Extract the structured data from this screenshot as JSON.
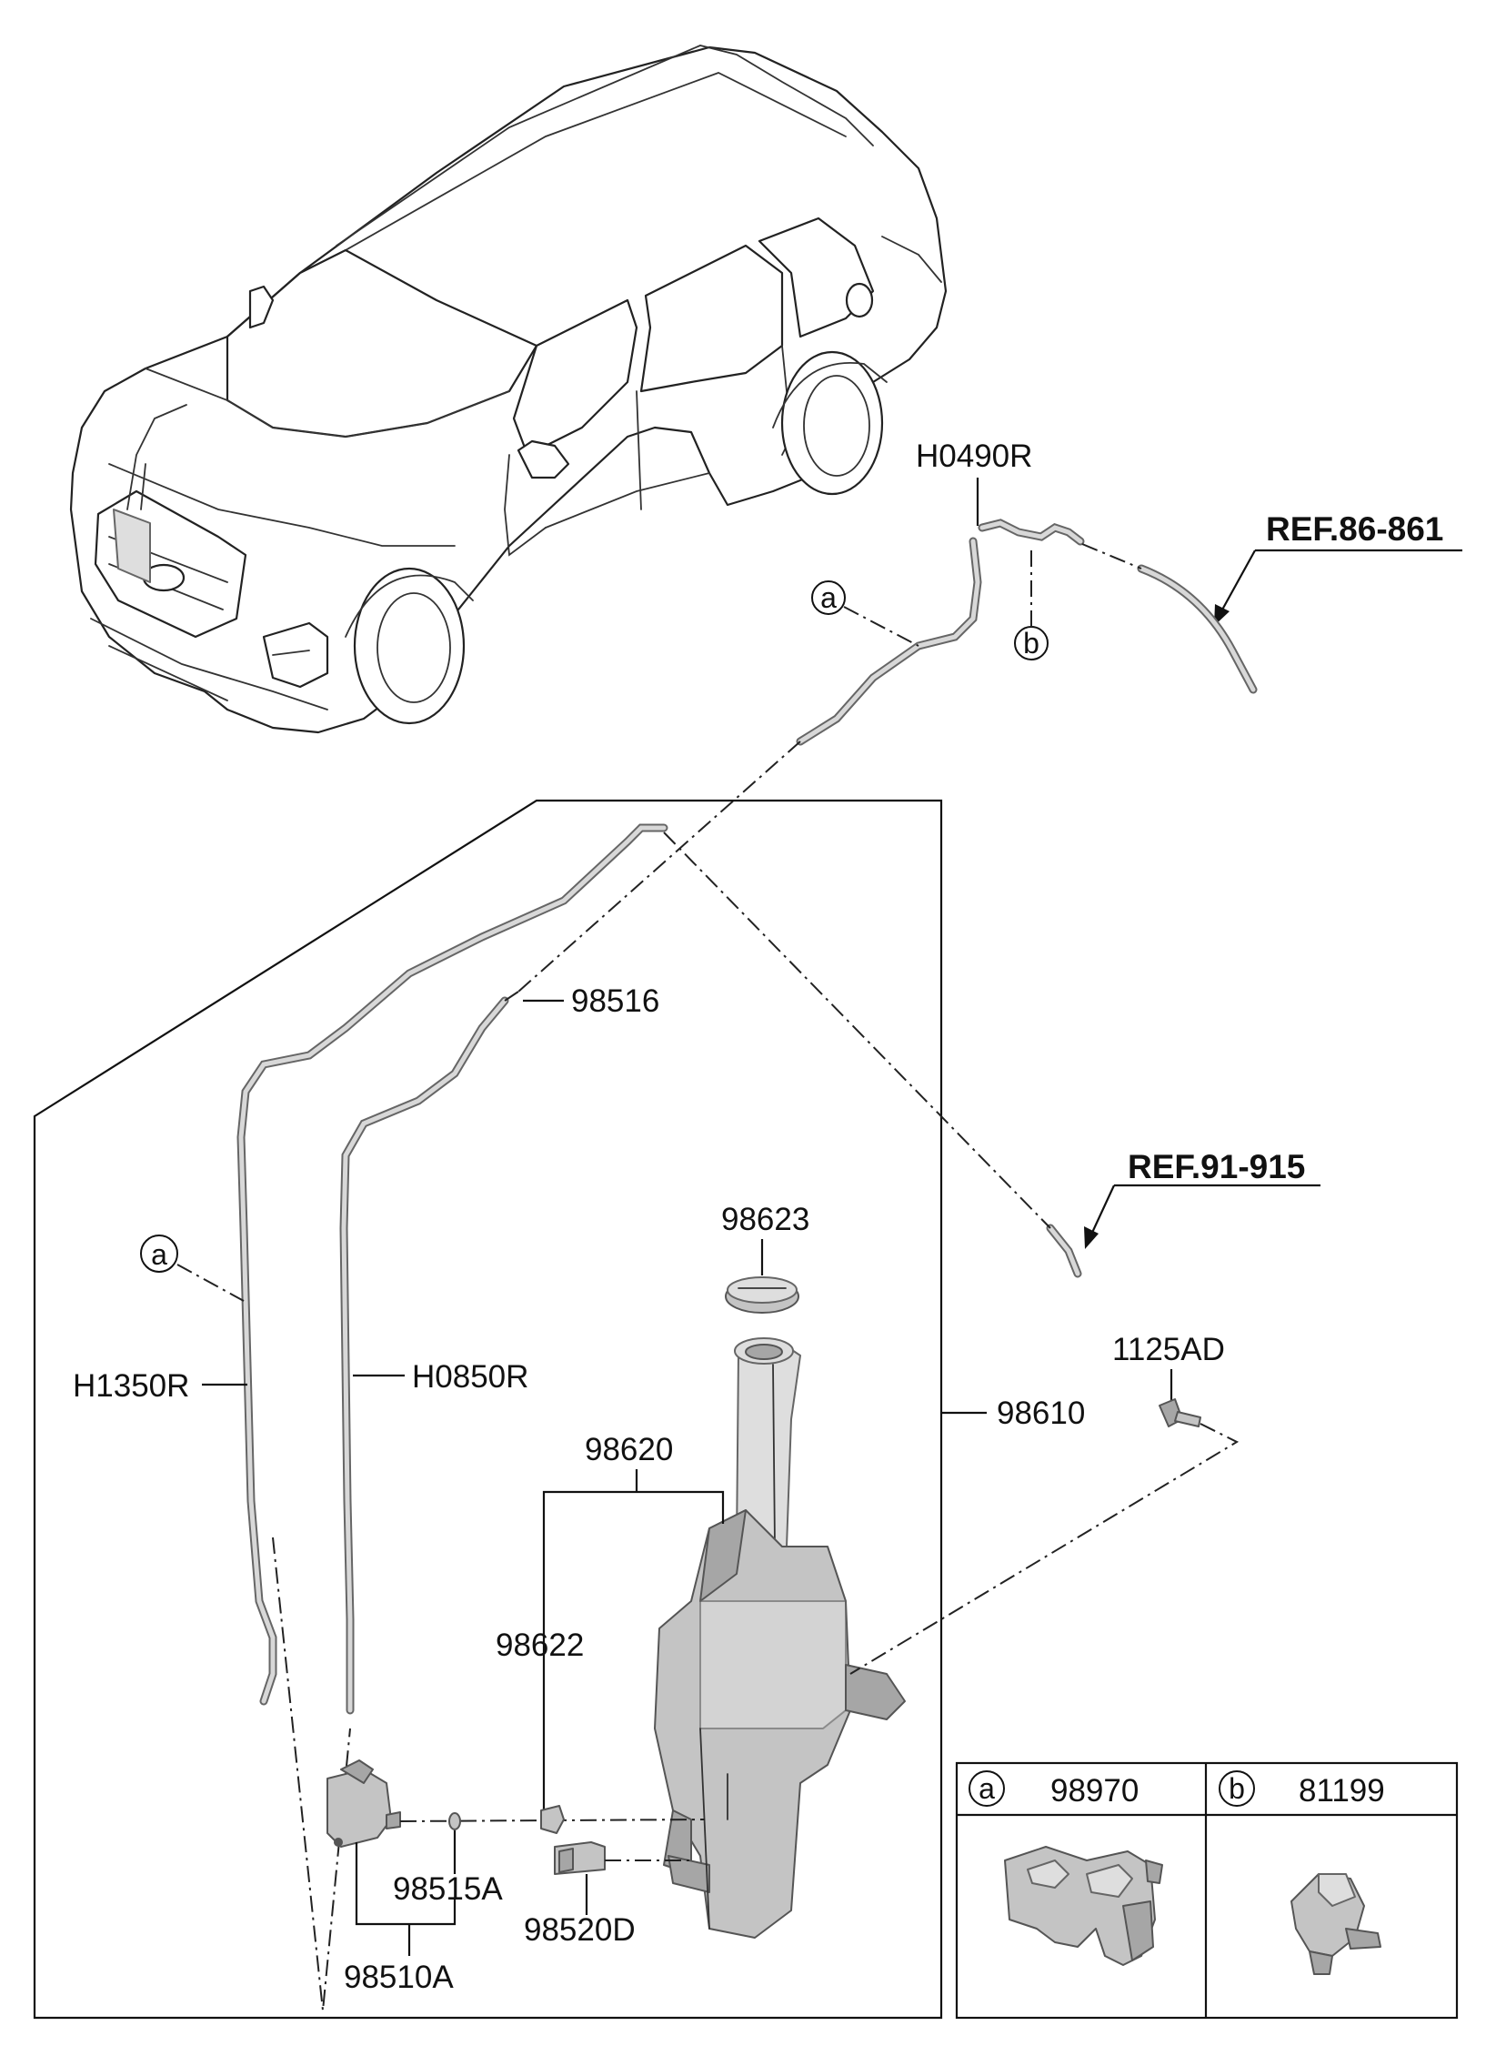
{
  "references": {
    "ref_86": "REF.86-861",
    "ref_91": "REF.91-915"
  },
  "parts": {
    "h0490r": "H0490R",
    "h1350r": "H1350R",
    "h0850r": "H0850R",
    "p98516": "98516",
    "p98623": "98623",
    "p1125ad": "1125AD",
    "p98610": "98610",
    "p98620": "98620",
    "p98622": "98622",
    "p98515a": "98515A",
    "p98520d": "98520D",
    "p98510a": "98510A"
  },
  "callouts": {
    "a": "a",
    "b": "b"
  },
  "legend": {
    "a_letter": "a",
    "a_part": "98970",
    "b_letter": "b",
    "b_part": "81199"
  }
}
